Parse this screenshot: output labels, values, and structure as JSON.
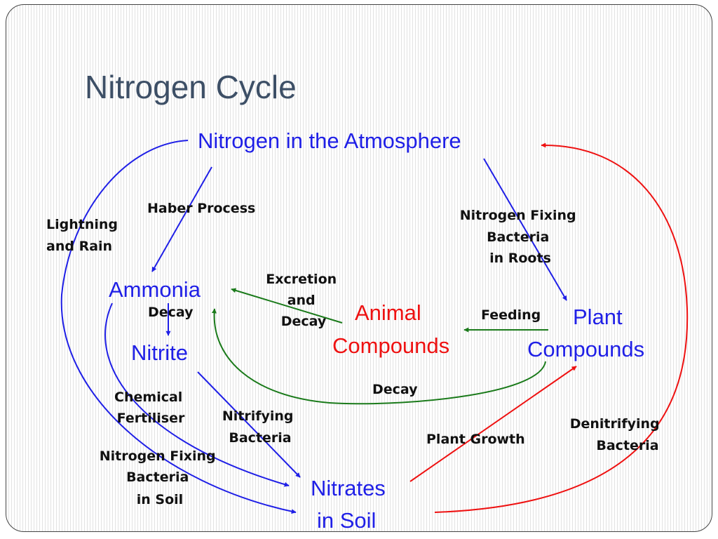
{
  "title": "Nitrogen Cycle",
  "nodes": {
    "atmosphere": "Nitrogen in the Atmosphere",
    "ammonia": "Ammonia",
    "nitrite": "Nitrite",
    "animal": [
      "Animal",
      "Compounds"
    ],
    "plant": [
      "Plant",
      "Compounds"
    ],
    "nitrates": [
      "Nitrates",
      "in Soil"
    ]
  },
  "labels": {
    "haber": "Haber Process",
    "lightning": [
      "Lightning",
      "and Rain"
    ],
    "fixing_roots": [
      "Nitrogen Fixing",
      "Bacteria",
      "in Roots"
    ],
    "excretion": [
      "Excretion",
      "and",
      "Decay"
    ],
    "feeding": "Feeding",
    "decay_ammonia": "Decay",
    "decay_plant": "Decay",
    "chemical": [
      "Chemical",
      "Fertiliser"
    ],
    "nitrifying": [
      "Nitrifying",
      "Bacteria"
    ],
    "fixing_soil": [
      "Nitrogen Fixing",
      "Bacteria",
      "in Soil"
    ],
    "plant_growth": "Plant Growth",
    "denitrifying": [
      "Denitrifying",
      "Bacteria"
    ]
  },
  "colors": {
    "nitrogen_flow": "#1f1fe6",
    "denitrification_flow": "#ee1111",
    "decay_flow": "#1a7a1a",
    "title": "#3d4f66"
  }
}
